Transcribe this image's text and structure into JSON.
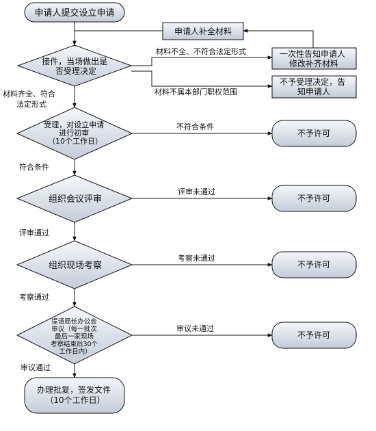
{
  "nodes": {
    "start": {
      "lines": [
        "申请人提交设立申请"
      ]
    },
    "supplement": {
      "lines": [
        "申请人补全材料"
      ]
    },
    "check": {
      "lines": [
        "接件，当场做出是",
        "否受理决定"
      ]
    },
    "notify_once": {
      "lines": [
        "一次性告知申请人",
        "修改补齐材料"
      ]
    },
    "reject_notice": {
      "lines": [
        "不予受理决定，告",
        "知申请人"
      ]
    },
    "review": {
      "lines": [
        "受理，对设立申请",
        "进行初审",
        "（10个工作日）"
      ]
    },
    "deny1": {
      "lines": [
        "不予许可"
      ]
    },
    "meeting": {
      "lines": [
        "组织会议评审"
      ]
    },
    "deny2": {
      "lines": [
        "不予许可"
      ]
    },
    "site": {
      "lines": [
        "组织现场考察"
      ]
    },
    "deny3": {
      "lines": [
        "不予许可"
      ]
    },
    "bureau": {
      "lines": [
        "提请局长办公会",
        "审议（每一批次",
        "最后一家现场",
        "考察结束后30个",
        "工作日内）"
      ]
    },
    "deny4": {
      "lines": [
        "不予许可"
      ]
    },
    "final": {
      "lines": [
        "办理批复，签发文件",
        "（10个工作日）"
      ]
    }
  },
  "labels": {
    "incomplete": "材料不全、不符合法定形式",
    "out_of_scope": "材料不属本部门职权范围",
    "complete": [
      "材料齐全、符合",
      "法定形式"
    ],
    "not_qualified": "不符合条件",
    "qualified": "符合条件",
    "meeting_fail": "评审未通过",
    "meeting_pass": "评审通过",
    "site_fail": "考察未通过",
    "site_pass": "考察通过",
    "bureau_fail": "审议未通过",
    "bureau_pass": "审议通过"
  }
}
